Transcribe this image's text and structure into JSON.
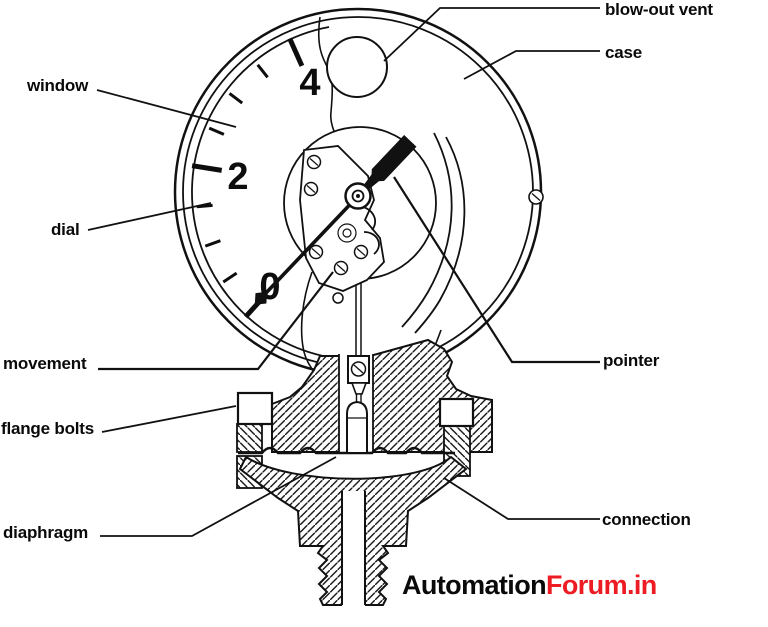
{
  "diagram": {
    "type": "diaphragm-pressure-gauge-cross-section",
    "dial": {
      "numerals": [
        {
          "value": "0"
        },
        {
          "value": "2"
        },
        {
          "value": "4"
        }
      ],
      "scale": {
        "min": 0,
        "max": 4,
        "major_step": 2,
        "minor_step": 0.5,
        "start_angle": 222,
        "end_angle": 336
      }
    },
    "labels": {
      "window": "window",
      "dial": "dial",
      "movement": "movement",
      "flange_bolts": "flange bolts",
      "diaphragm": "diaphragm",
      "blow_out_vent": "blow-out vent",
      "case": "case",
      "pointer": "pointer",
      "connection": "connection"
    },
    "watermark": {
      "prefix": "Automation",
      "suffix": "Forum.in",
      "suffix_color": "#ed1c24"
    }
  }
}
